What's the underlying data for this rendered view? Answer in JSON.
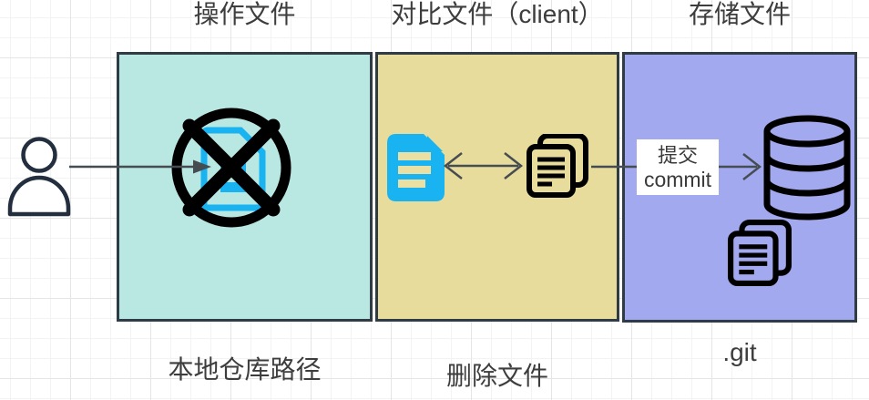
{
  "labels": {
    "operate_files": "操作文件",
    "compare_files": "对比文件（client）",
    "store_files": "存储文件",
    "local_repo_path": "本地仓库路径",
    "delete_files": "删除文件",
    "git_dir": ".git",
    "commit_zh": "提交",
    "commit_en": "commit"
  },
  "icons": {
    "user": "user-icon",
    "deleted_file": "circle-cross-document-icon",
    "document": "blue-document-icon",
    "copy_files_client": "copy-files-icon",
    "copy_files_store": "copy-files-icon",
    "database": "database-icon"
  },
  "colors": {
    "box_worktree_fill": "#b9e7e2",
    "box_client_fill": "#e8dc9c",
    "box_store_fill": "#a3a9ee",
    "box_border": "#2f3b45",
    "document_blue": "#18b3f0",
    "document_bar_pale": "#ebe0a4",
    "person_outline": "#232f3e",
    "icon_black": "#000000",
    "arrow": "#454d52",
    "label_text": "#3d3d3d",
    "commit_label_bg": "#ffffff",
    "grid_minor": "#f3f3f3",
    "grid_major": "#e5e5e5"
  }
}
